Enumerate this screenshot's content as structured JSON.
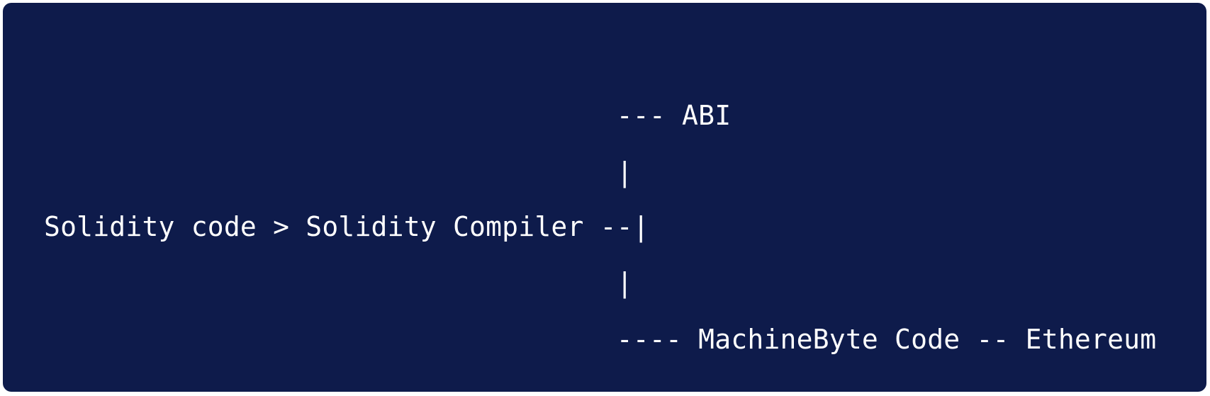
{
  "diagram": {
    "lines": [
      "                                   --- ABI",
      "                                   |",
      "Solidity code > Solidity Compiler --|",
      "                                   |",
      "                                   ---- MachineByte Code -- Ethereum"
    ]
  },
  "colors": {
    "panel_background": "#0e1b4b",
    "text": "#ffffff"
  }
}
